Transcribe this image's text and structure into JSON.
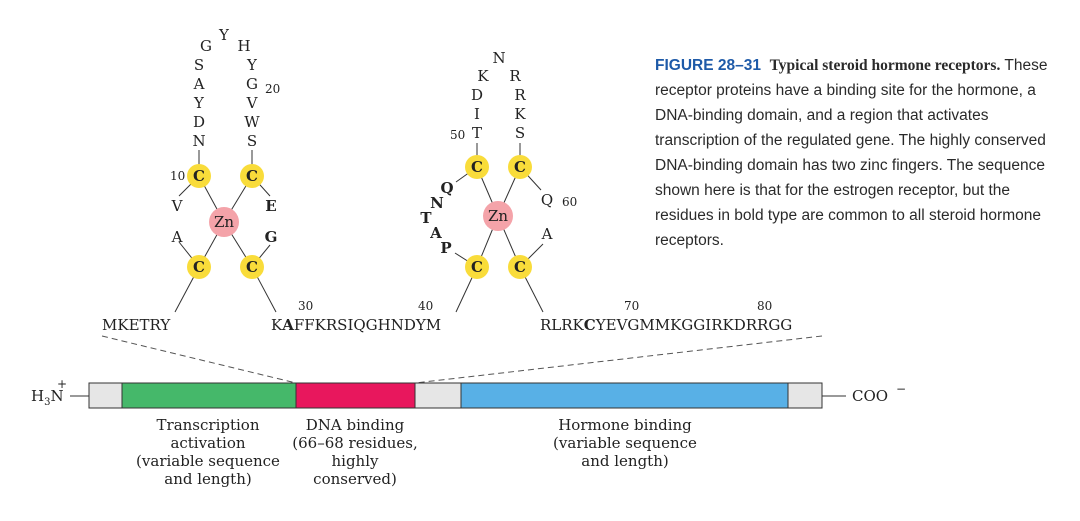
{
  "figure": {
    "number": "FIGURE 28–31",
    "title": "Typical steroid hormone receptors.",
    "caption": "These receptor proteins have a binding site for the hormone, a DNA-binding domain, and a region that activates transcription of the regulated gene. The highly conserved DNA-binding domain has two zinc fingers. The sequence shown here is that for the estrogen receptor, but the residues in bold type are common to all steroid hormone receptors."
  },
  "finger1": {
    "zinc": "Zn",
    "cys": [
      "C",
      "C",
      "C",
      "C"
    ],
    "left_arm": [
      "N",
      "D",
      "Y",
      "A",
      "S",
      "G"
    ],
    "top": "Y",
    "right_arm": [
      "H",
      "Y",
      "G",
      "V",
      "W",
      "S"
    ],
    "left_inner": [
      "V",
      "A"
    ],
    "right_inner": [
      "E",
      "G"
    ],
    "num_10": "10",
    "num_20": "20"
  },
  "finger2": {
    "zinc": "Zn",
    "cys": [
      "C",
      "C",
      "C",
      "C"
    ],
    "left_arm": [
      "T",
      "I",
      "D",
      "K"
    ],
    "top": "N",
    "right_arm": [
      "R",
      "R",
      "K",
      "S"
    ],
    "left_inner": [
      "Q",
      "N",
      "T",
      "A",
      "P"
    ],
    "right_inner": [
      "Q",
      "A"
    ],
    "num_50": "50",
    "num_60": "60"
  },
  "sequence": {
    "seg1": "MKETRY",
    "seg2_k": "K",
    "seg2_a": "A",
    "seg2_rest": "FFKRSIQGHNDYM",
    "seg3_a": "RLRK",
    "seg3_c": "C",
    "seg3_b": "YEVGMMKGGIRKDRRGG",
    "num_30": "30",
    "num_40": "40",
    "num_70": "70",
    "num_80": "80"
  },
  "bar": {
    "n_term": "H3N",
    "n_term_sub": "3",
    "n_term_charge": "+",
    "c_term": "COO",
    "c_term_charge": "−",
    "colors": {
      "transcription": "#45b86a",
      "dna": "#e8175d",
      "hormone": "#58b0e6",
      "spacer": "#e6e6e6",
      "zinc": "#f4a3a9",
      "cys": "#f9dc3a"
    }
  },
  "labels": {
    "transcription": [
      "Transcription",
      "activation",
      "(variable sequence",
      "and length)"
    ],
    "dna": [
      "DNA binding",
      "(66–68 residues,",
      "highly",
      "conserved)"
    ],
    "hormone": [
      "Hormone binding",
      "(variable sequence",
      "and length)"
    ]
  }
}
